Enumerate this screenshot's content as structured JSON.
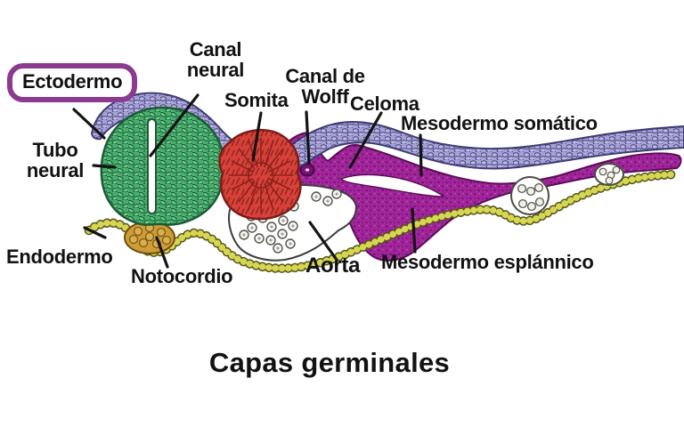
{
  "title": "Capas germinales",
  "labels": {
    "ectodermo": "Ectodermo",
    "canal_neural": "Canal\nneural",
    "somita": "Somita",
    "canal_de_wolff": "Canal de\nWolff",
    "celoma": "Celoma",
    "mesodermo_somatico": "Mesodermo somático",
    "tubo_neural": "Tubo\nneural",
    "endodermo": "Endodermo",
    "notocordio": "Notocordio",
    "aorta": "Aorta",
    "mesodermo_esplannico": "Mesodermo esplánnico"
  },
  "colors": {
    "highlight_box": "#8b3a8f",
    "ectoderm_layer": "#a7a1d6",
    "neural_tube": "#48b06e",
    "somite": "#d6423a",
    "mesoderm": "#a0269a",
    "endoderm": "#d6d652",
    "notochord": "#cf9d35",
    "text": "#121212",
    "background": "#ffffff"
  }
}
